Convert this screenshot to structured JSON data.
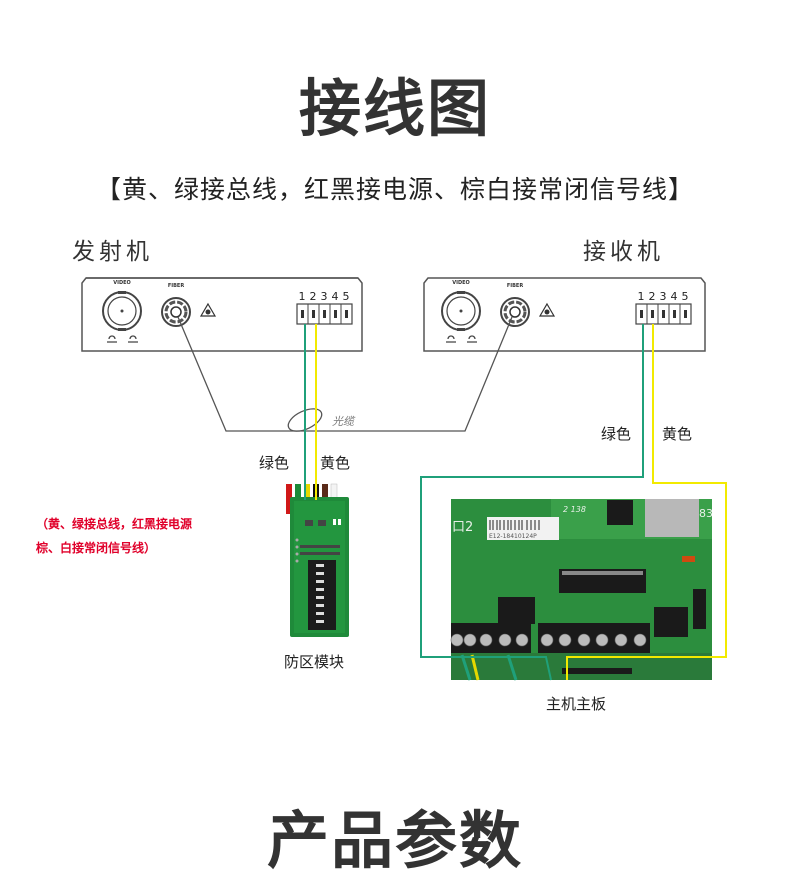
{
  "header": {
    "title": "接线图",
    "subtitle": "【黄、绿接总线，红黑接电源、棕白接常闭信号线】"
  },
  "devices": {
    "transmitter": {
      "label": "发射机"
    },
    "receiver": {
      "label": "接收机"
    },
    "terminal_numbers": [
      "1",
      "2",
      "3",
      "4",
      "5"
    ],
    "port_video_label": "VIDEO",
    "port_fiber_label": "FIBER"
  },
  "cable": {
    "label": "光缆"
  },
  "wires": {
    "left_green": "绿色",
    "left_yellow": "黄色",
    "right_green": "绿色",
    "right_yellow": "黄色",
    "colors": {
      "green": "#1fa07a",
      "yellow": "#f2ea00"
    }
  },
  "note": {
    "line1": "（黄、绿接总线，红黑接电源",
    "line2": "棕、白接常闭信号线）",
    "color": "#e0002a"
  },
  "zone_module": {
    "caption": "防区模块"
  },
  "main_board": {
    "caption": "主机主板",
    "barcode_text": "E12-18410124P",
    "silk_text_1": "口2",
    "silk_text_2": "2 138",
    "silk_text_3": "83"
  },
  "footer": {
    "title": "产品参数"
  }
}
